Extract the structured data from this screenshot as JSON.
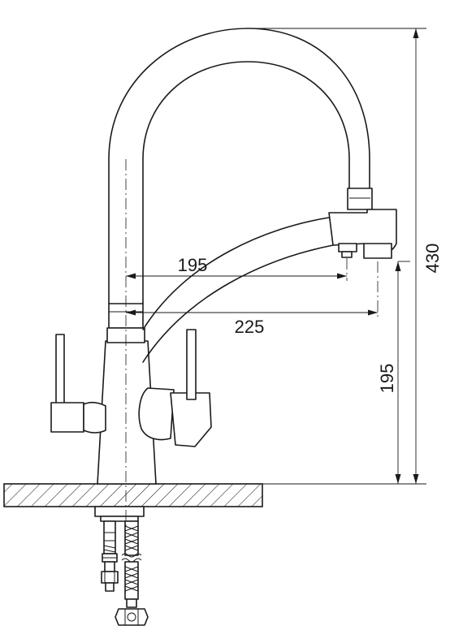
{
  "dimensions": {
    "spout_reach_inner": "195",
    "spout_reach_outer": "225",
    "aerator_height": "195",
    "total_height": "430"
  }
}
